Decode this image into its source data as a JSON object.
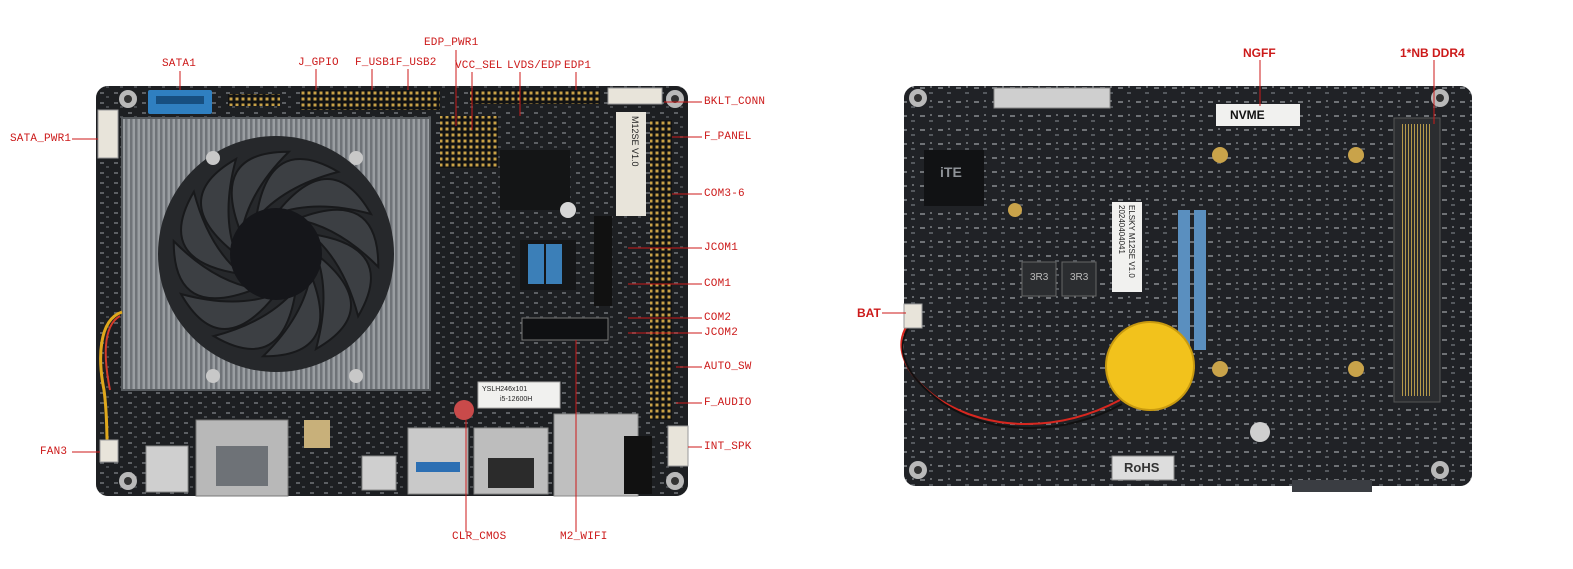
{
  "front_labels": {
    "sata1": "SATA1",
    "sata_pwr1": "SATA_PWR1",
    "j_gpio": "J_GPIO",
    "f_usb1_usb2": "F_USB1F_USB2",
    "edp_pwr1": "EDP_PWR1",
    "vcc_sel": "VCC_SEL",
    "lvds_edp": "LVDS/EDP",
    "edp1": "EDP1",
    "bklt_conn": "BKLT_CONN",
    "f_panel": "F_PANEL",
    "com3_6": "COM3-6",
    "jcom1": "JCOM1",
    "com1": "COM1",
    "com2": "COM2",
    "jcom2": "JCOM2",
    "auto_sw": "AUTO_SW",
    "f_audio": "F_AUDIO",
    "int_spk": "INT_SPK",
    "fan3": "FAN3",
    "clr_cmos": "CLR_CMOS",
    "m2_wifi": "M2_WIFI"
  },
  "back_labels": {
    "ngff": "NGFF",
    "nb_ddr4": "1*NB DDR4",
    "bat": "BAT"
  },
  "board_silkscreen": {
    "model": "M12SE V1.0",
    "cpu_sticker_line1": "YSLH246x101",
    "cpu_sticker_line2": "i5-12600H",
    "back_sticker_line1": "ELSKY M12SE V1.0",
    "back_sticker_line2": "20240404041",
    "nvme_text": "NVME",
    "rohs": "RoHS",
    "ite": "iTE",
    "inductor1": "3R3",
    "inductor2": "3R3"
  },
  "colors": {
    "label_red": "#cc1a1a",
    "pcb": "#1d1f22",
    "heatsink": "#8e9296",
    "sata_blue": "#2f7fc0",
    "battery_yellow": "#f2c21c"
  }
}
